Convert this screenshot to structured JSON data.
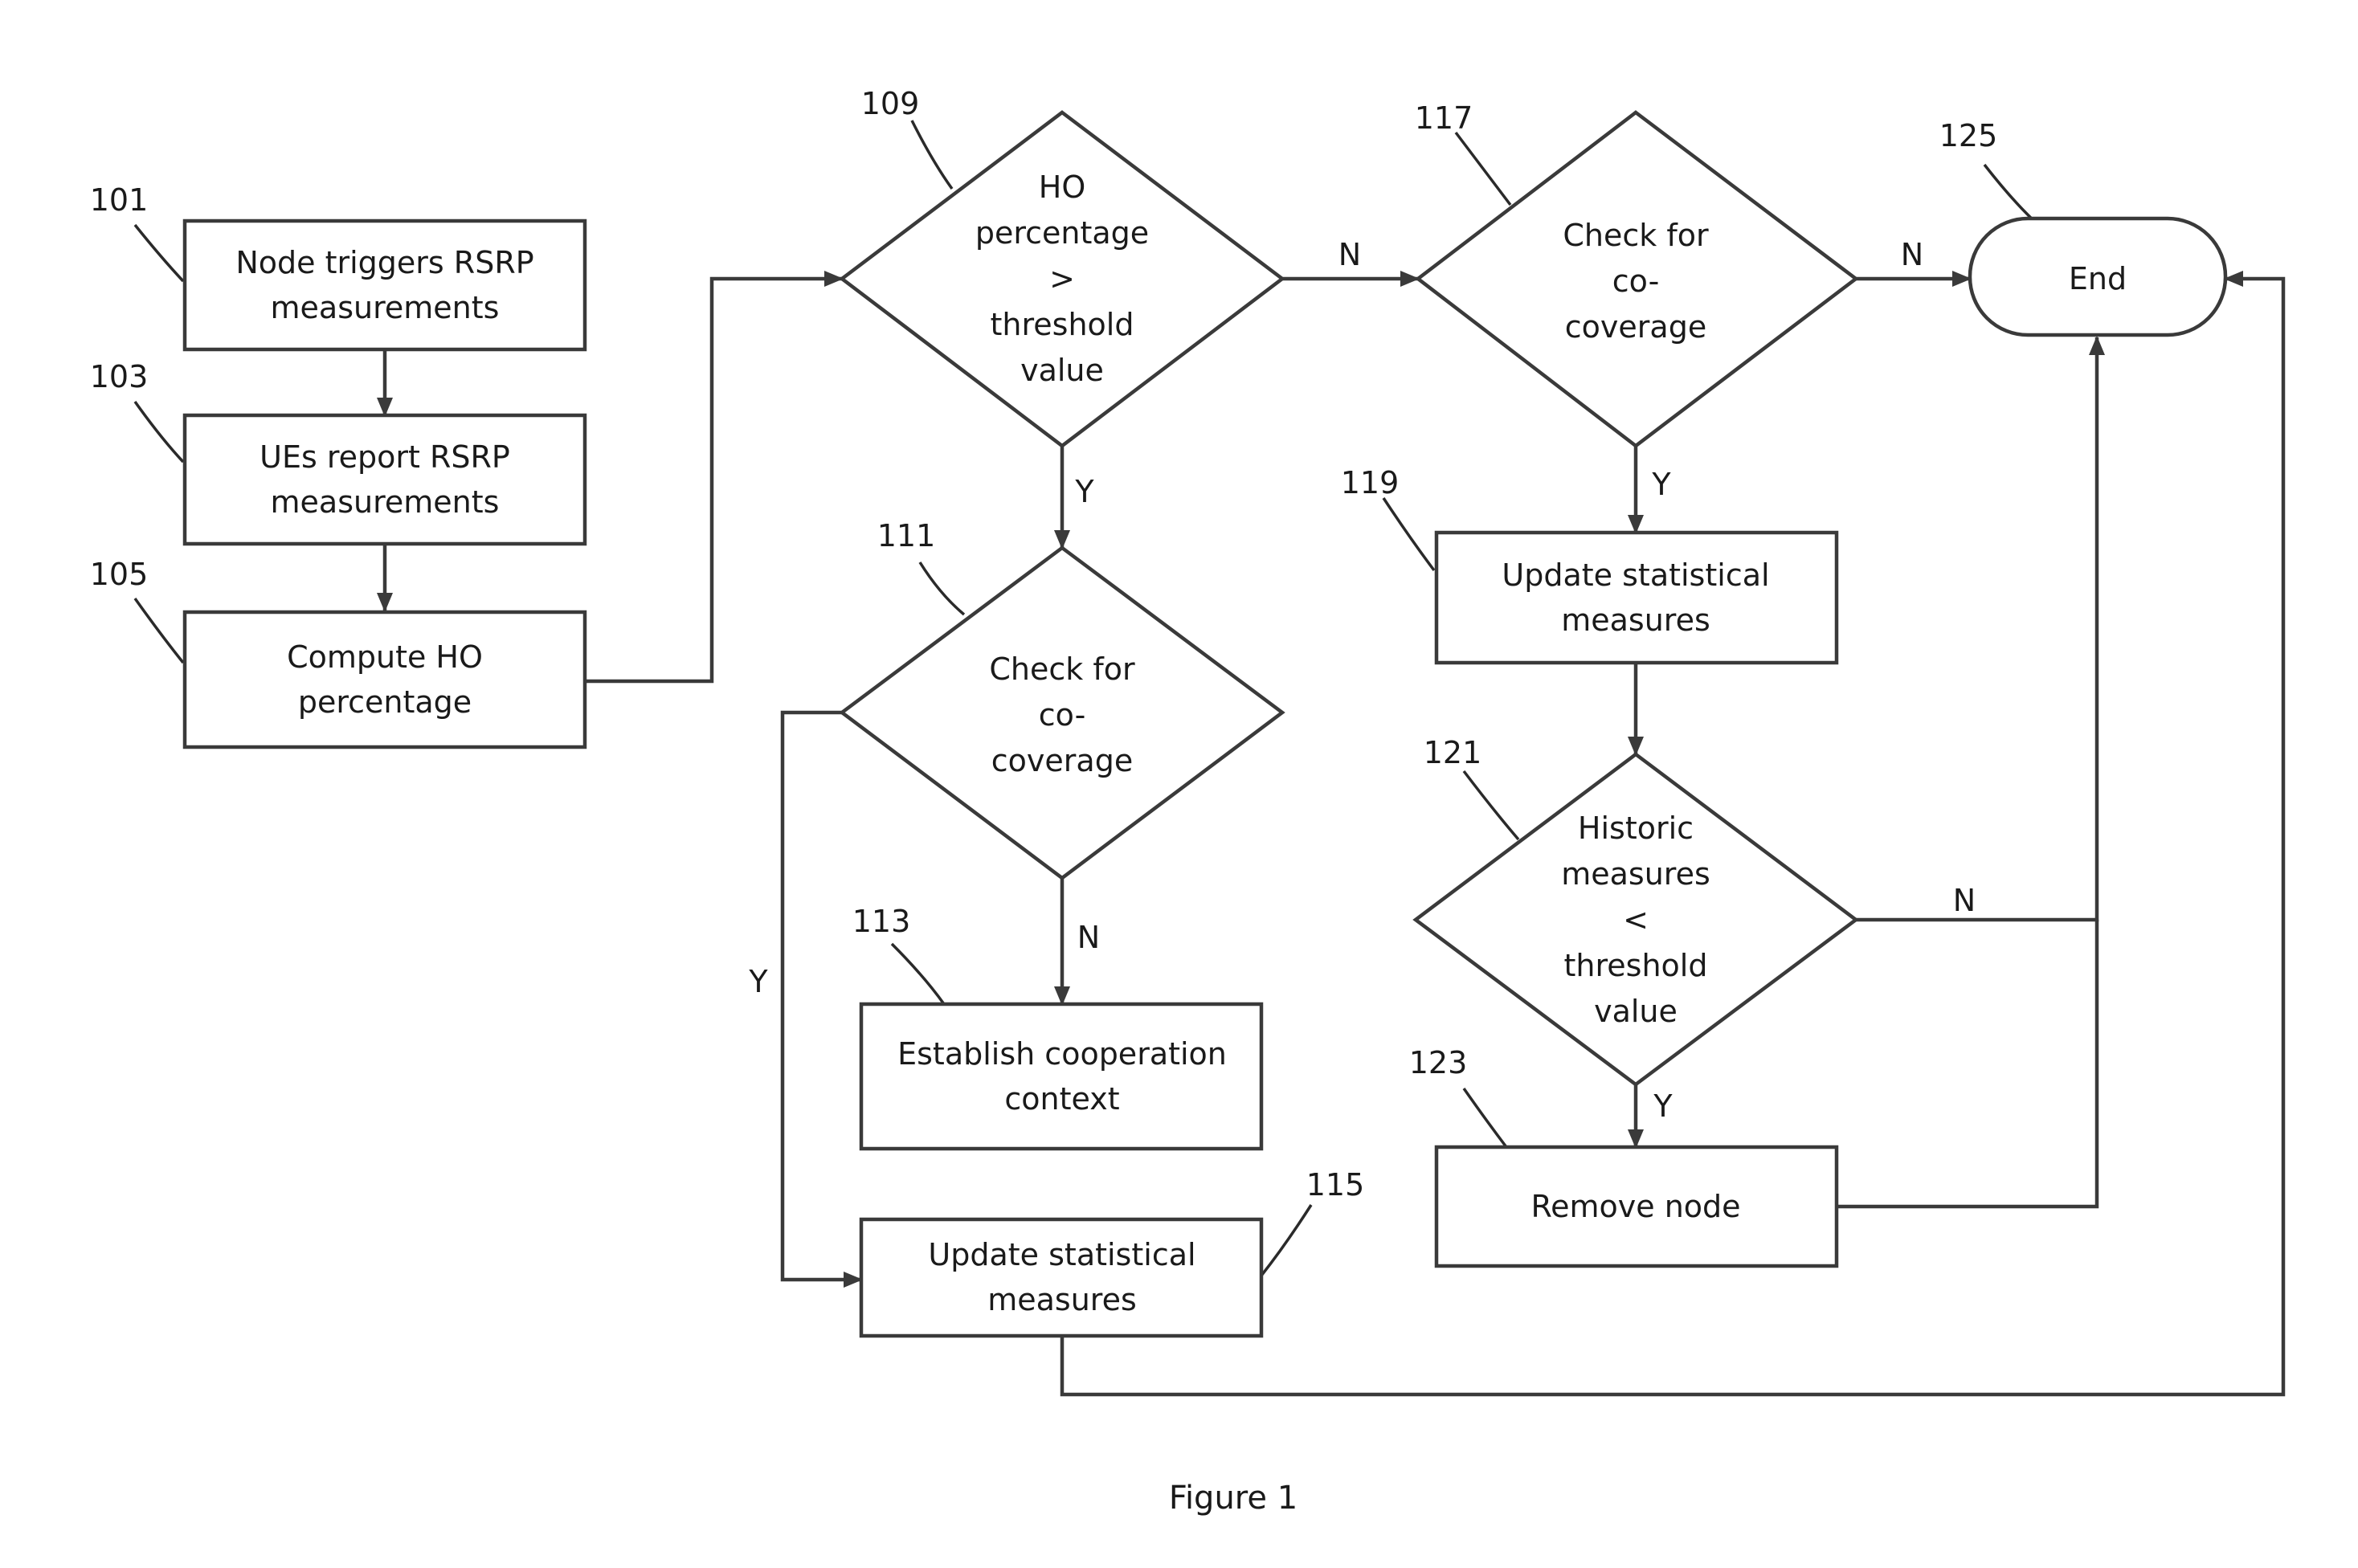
{
  "nodes": {
    "n101": {
      "ref": "101",
      "lines": [
        "Node triggers RSRP",
        "measurements"
      ]
    },
    "n103": {
      "ref": "103",
      "lines": [
        "UEs report RSRP",
        "measurements"
      ]
    },
    "n105": {
      "ref": "105",
      "lines": [
        "Compute HO",
        "percentage"
      ]
    },
    "n109": {
      "ref": "109",
      "lines": [
        "HO",
        "percentage",
        ">",
        "threshold",
        "value"
      ]
    },
    "n111": {
      "ref": "111",
      "lines": [
        "Check for",
        "co-",
        "coverage"
      ]
    },
    "n113": {
      "ref": "113",
      "lines": [
        "Establish cooperation",
        "context"
      ]
    },
    "n115": {
      "ref": "115",
      "lines": [
        "Update statistical",
        "measures"
      ]
    },
    "n117": {
      "ref": "117",
      "lines": [
        "Check for",
        "co-",
        "coverage"
      ]
    },
    "n119": {
      "ref": "119",
      "lines": [
        "Update statistical",
        "measures"
      ]
    },
    "n121": {
      "ref": "121",
      "lines": [
        "Historic",
        "measures",
        "<",
        "threshold",
        "value"
      ]
    },
    "n123": {
      "ref": "123",
      "lines": [
        "Remove node"
      ]
    },
    "n125": {
      "ref": "125",
      "lines": [
        "End"
      ]
    }
  },
  "edge_labels": {
    "e109_117": "N",
    "e109_111": "Y",
    "e111_113": "N",
    "e111_115": "Y",
    "e117_125": "N",
    "e117_119": "Y",
    "e121_125": "N",
    "e121_123": "Y"
  },
  "caption": "Figure 1"
}
